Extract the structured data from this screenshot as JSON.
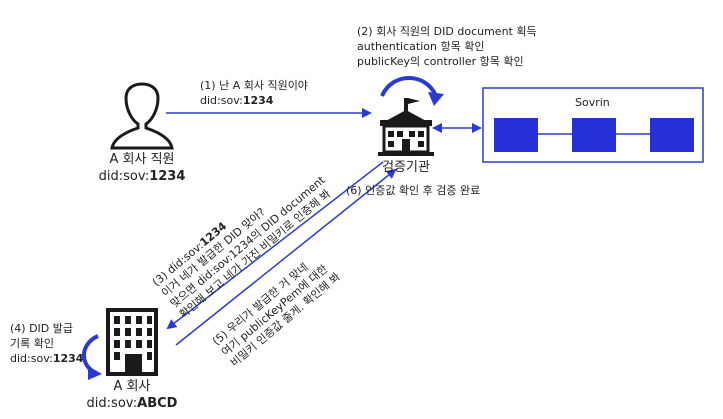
{
  "employee": {
    "title": "A 회사 직원",
    "did_prefix": "did:sov:",
    "did_num": "1234"
  },
  "verifier": {
    "name": "검증기관",
    "step2": [
      "(2) 회사 직원의 DID document 획득",
      "authentication 항목 확인",
      "publicKey의 controller 항목 확인"
    ]
  },
  "ledger": {
    "name": "Sovrin"
  },
  "company": {
    "title": "A 회사",
    "did_prefix": "did:sov:",
    "did_suffix": "ABCD"
  },
  "step1": {
    "line1": "(1) 난 A 회사 직원이야",
    "did_prefix": "did:sov:",
    "did_num": "1234"
  },
  "step3": {
    "did_prefix": "(3) did:sov:",
    "did_num": "1234",
    "line2": "이거 네가 발급한 DID 맞아?",
    "line3": "맞으면 did:sov:1234의 DID document",
    "line4": "확인해 보고 네가 가진 비밀키로 인증해 봐"
  },
  "step4": {
    "line1": "(4) DID 발급",
    "line2": "기록 확인",
    "did_prefix": "did:sov:",
    "did_num": "1234"
  },
  "step5": {
    "line1": "(5) 우리가 발급한 거 맞네",
    "line2": "여기 publicKeyPem에 대한",
    "line3": "비밀키 인증값 줄게. 확인해 봐"
  },
  "step6": {
    "text": "(6) 인증값 확인 후 검증 완료"
  },
  "colors": {
    "arrow": "#2b3bd0",
    "ledger_block": "#2531d6",
    "icon": "#1a1a1a"
  }
}
